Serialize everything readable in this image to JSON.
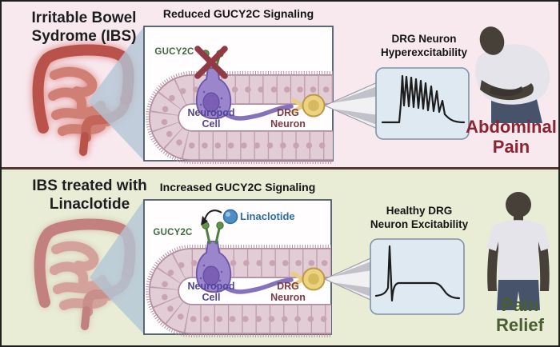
{
  "ibs": {
    "title": {
      "line1": "Irritable Bowel",
      "line2": "Sydrome (IBS)"
    },
    "signaling_title": "Reduced GUCY2C Signaling",
    "gucy2c_label": "GUCY2C",
    "neuropod_label": {
      "line1": "Neuropod",
      "line2": "Cell"
    },
    "drg_label": {
      "line1": "DRG",
      "line2": "Neuron"
    },
    "trace_title": {
      "line1": "DRG Neuron",
      "line2": "Hyperexcitability"
    },
    "outcome": {
      "line1": "Abdominal",
      "line2": "Pain"
    }
  },
  "treated": {
    "title": {
      "line1": "IBS treated with",
      "line2": "Linaclotide"
    },
    "signaling_title": "Increased GUCY2C Signaling",
    "gucy2c_label": "GUCY2C",
    "linaclotide_label": "Linaclotide",
    "neuropod_label": {
      "line1": "Neuropod",
      "line2": "Cell"
    },
    "drg_label": {
      "line1": "DRG",
      "line2": "Neuron"
    },
    "trace_title": {
      "line1": "Healthy DRG",
      "line2": "Neuron Excitability"
    },
    "outcome": {
      "line1": "Pain",
      "line2": "Relief"
    }
  },
  "colors": {
    "panel_ibs_bg": "#F8E9EF",
    "panel_treated_bg": "#E9EDD6",
    "abdominal_pain_text": "#8C2433",
    "pain_relief_text": "#4A5E32",
    "gucy2c_green": "#3E6A41",
    "neuropod_purple": "#50439A",
    "drg_maroon": "#7D3B44",
    "linaclotide_blue": "#2D6CA8",
    "blocked_x_red": "#913A44",
    "box_border": "#4A5A6E",
    "trace_box_bg": "#DFE9F2"
  }
}
